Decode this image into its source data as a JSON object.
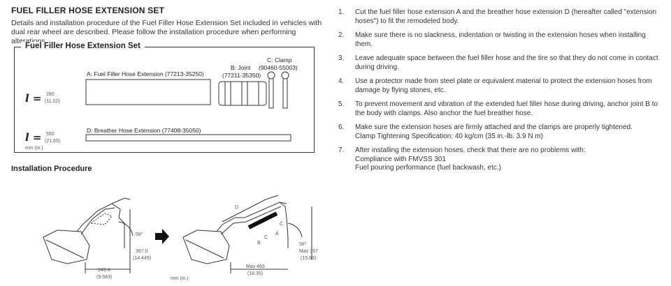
{
  "title": "FUEL FILLER HOSE EXTENSION SET",
  "intro": "Details and installation procedure of the Fuel Filler Hose Extension Set included in vehicles with dual rear wheel are described. Please follow the installation procedure when performing alterations.",
  "kit": {
    "title": "Fuel Filler Hose Extension Set",
    "part_a": "A: Fuel Filler Hose Extension (77213-35250)",
    "part_b_name": "B: Joint",
    "part_b_num": "(77211-35350)",
    "part_c_name": "C: Clamp",
    "part_c_num": "(90460-55003)",
    "part_d": "D: Breather Hose Extension (77408-35050)",
    "l_symbol": "l =",
    "a_len": "280",
    "a_len_in": "(11.02)",
    "d_len": "550",
    "d_len_in": "(21.65)",
    "unit": "mm (in.)"
  },
  "procedure_title": "Installation Procedure",
  "diagram": {
    "before_angle": "58°",
    "before_height": "367.0",
    "before_height_in": "(14.449)",
    "before_width": "243.4",
    "before_width_in": "(9.583)",
    "unit": "mm (in.)",
    "after_angle": "58°",
    "after_max_height": "Max 397",
    "after_max_height_in": "(15.63)",
    "after_max_width": "Max 466",
    "after_max_width_in": "(18.35)",
    "label_a": "A",
    "label_b": "B",
    "label_c": "C",
    "label_d": "D"
  },
  "steps": [
    {
      "n": "1.",
      "lines": [
        "Cut the fuel filler hose extension A and the breather hose extension D (hereafter called \"extension hoses\") to fit the remodeled body."
      ]
    },
    {
      "n": "2.",
      "lines": [
        "Make sure there is no slackness, indentation or twisting in the extension hoses when installing them."
      ]
    },
    {
      "n": "3.",
      "lines": [
        "Leave adequate space between the fuel filler hose and the tire so that they do not come in contact during driving."
      ]
    },
    {
      "n": "4.",
      "lines": [
        "Use a protector made from steel plate or equivalent material to protect the extension hoses from damage by flying stones, etc."
      ]
    },
    {
      "n": "5.",
      "lines": [
        "To prevent movement and vibration of the extended fuel filler hose during driving, anchor joint B to the body with clamps. Also anchor the fuel breather hose."
      ]
    },
    {
      "n": "6.",
      "lines": [
        "Make sure the extension hoses are firmly attached and the clamps are properly tightened.",
        "Clamp Tightening Specification: 40 kg/cm (35 in.-lb. 3.9 N m)"
      ]
    },
    {
      "n": "7.",
      "lines": [
        "After installing the extension hoses, check that there are no problems with:",
        "Compliance with FMVSS 301",
        "Fuel pouring performance (fuel backwash, etc.)"
      ]
    }
  ]
}
